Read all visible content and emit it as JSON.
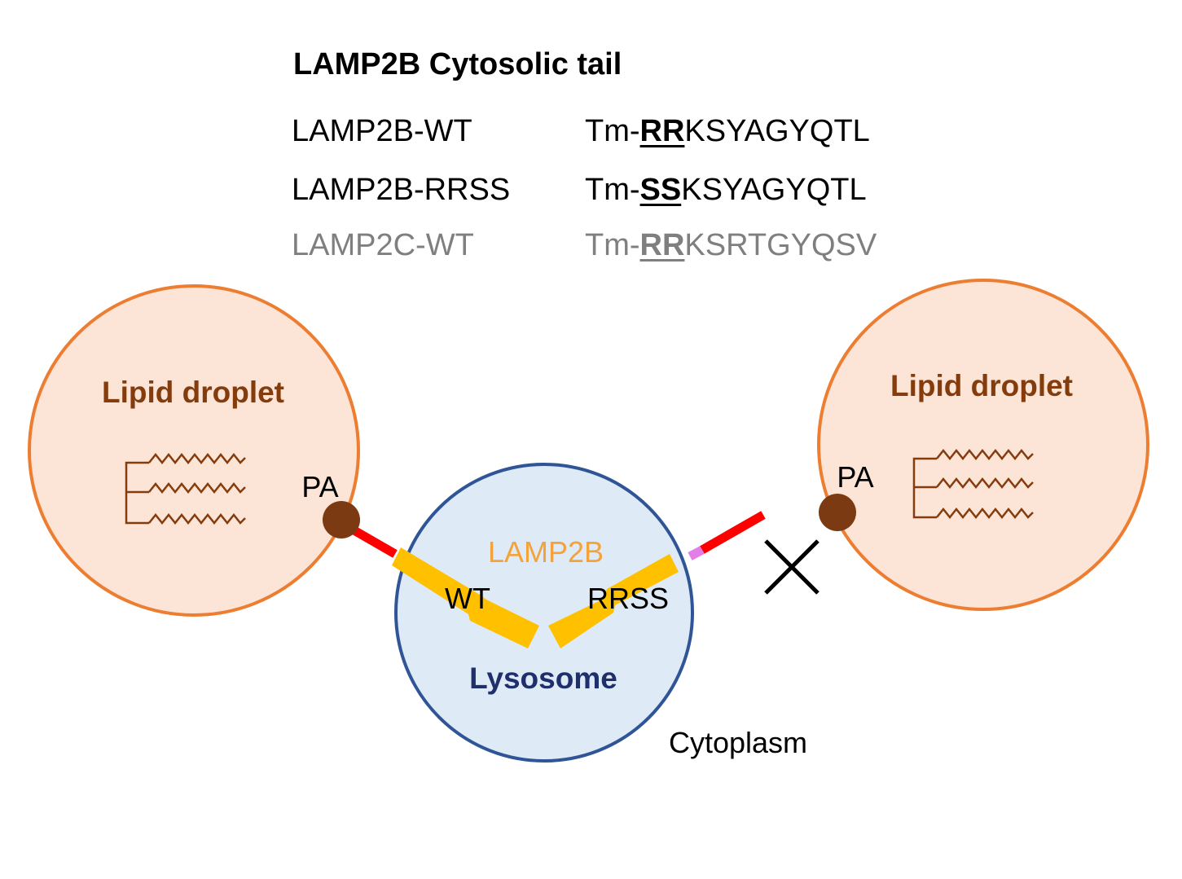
{
  "title": "LAMP2B Cytosolic tail",
  "sequences": [
    {
      "name": "LAMP2B-WT",
      "prefix": "Tm-",
      "motif": "RR",
      "suffix": "KSYAGYQTL",
      "tone": "black"
    },
    {
      "name": "LAMP2B-RRSS",
      "prefix": "Tm-",
      "motif": "SS",
      "suffix": "KSYAGYQTL",
      "tone": "black"
    },
    {
      "name": "LAMP2C-WT",
      "prefix": "Tm-",
      "motif": "RR",
      "suffix": "KSRTGYQSV",
      "tone": "gray"
    }
  ],
  "diagram": {
    "left_droplet": {
      "label": "Lipid droplet",
      "pa_label": "PA"
    },
    "right_droplet": {
      "label": "Lipid droplet",
      "pa_label": "PA"
    },
    "lysosome": {
      "label": "Lysosome",
      "protein_label": "LAMP2B",
      "wt_label": "WT",
      "mutant_label": "RRSS"
    },
    "cytoplasm_label": "Cytoplasm",
    "colors": {
      "droplet_fill": "#fce4d6",
      "droplet_stroke": "#ed7d31",
      "droplet_text": "#843c0c",
      "pa_dot": "#7b3a12",
      "lysosome_fill": "#deebf7",
      "lysosome_stroke": "#2f5597",
      "lysosome_text": "#1f2f6b",
      "protein": "#ffc000",
      "protein_label": "#f4a23a",
      "tail": "#ff0000",
      "mutant_site": "#e37de8"
    }
  }
}
